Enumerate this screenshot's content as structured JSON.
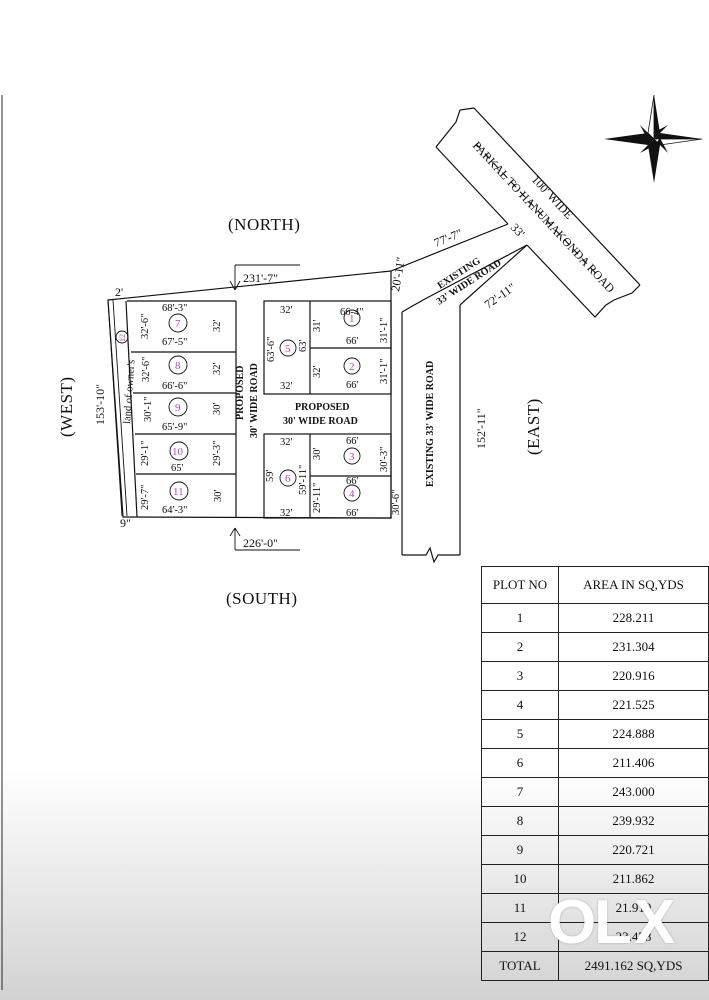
{
  "compass": {
    "north": "(NORTH)",
    "south": "(SOUTH)",
    "west": "(WEST)",
    "east": "(EAST)"
  },
  "roads": {
    "main_line1": "100' WIDE",
    "main_line2": "PARKAL TO HANUMAKONDA ROAD",
    "main_width": "33'",
    "existing_diag_line1": "EXISTING",
    "existing_diag_line2": "33' WIDE ROAD",
    "existing_vertical": "EXISTING  33' WIDE ROAD",
    "proposed_vertical_line1": "PROPOSED",
    "proposed_vertical_line2": "30' WIDE ROAD",
    "proposed_horizontal_line1": "PROPOSED",
    "proposed_horizontal_line2": "30' WIDE ROAD"
  },
  "dimensions": {
    "north_boundary": "231'-7\"",
    "south_boundary": "226'-0\"",
    "west_boundary": "153'-10\"",
    "east_boundary": "152'-11\"",
    "northeast_corner": "20'-11\"",
    "diag_top": "77'-7\"",
    "diag_side": "72'-11\"",
    "west_top": "2'",
    "west_bottom": "9\"",
    "owner_land": "land of owner's"
  },
  "plots": {
    "p1": {
      "num": "1",
      "top": "66-4\"",
      "bottom": "66'",
      "left": "31'",
      "right": "31'-1\""
    },
    "p2": {
      "num": "2",
      "bottom": "66'",
      "left": "32'",
      "right": "31'-1\""
    },
    "p3": {
      "num": "3",
      "top": "66'",
      "left": "30'",
      "right": "30'-3\""
    },
    "p4": {
      "num": "4",
      "top": "66'",
      "bottom": "66'",
      "left": "29'-11\"",
      "right": "30'-6\""
    },
    "p5": {
      "num": "5",
      "top": "32'",
      "bottom": "32'",
      "left": "63'-6\"",
      "right": "63'"
    },
    "p6": {
      "num": "6",
      "top": "32'",
      "bottom": "32'",
      "left": "59'",
      "right": "59'-11\""
    },
    "p7": {
      "num": "7",
      "top": "68'-3\"",
      "left": "32'-6\"",
      "right": "32'"
    },
    "p8": {
      "num": "8",
      "top": "67'-5\"",
      "bottom": "66'-6\"",
      "left": "32'-6\"",
      "right": "32'"
    },
    "p9": {
      "num": "9",
      "left": "30'-1\"",
      "right": "30'"
    },
    "p10": {
      "num": "10",
      "top": "65'-9\"",
      "bottom": "65'",
      "left": "29'-1\"",
      "right": "29'-3\""
    },
    "p11": {
      "num": "11",
      "bottom": "64'-3\"",
      "left": "29'-7\"",
      "right": "30'"
    },
    "p12": {
      "num": "12"
    }
  },
  "area_table": {
    "headers": [
      "PLOT NO",
      "AREA IN SQ,YDS"
    ],
    "rows": [
      {
        "plot": "1",
        "area": "228.211"
      },
      {
        "plot": "2",
        "area": "231.304"
      },
      {
        "plot": "3",
        "area": "220.916"
      },
      {
        "plot": "4",
        "area": "221.525"
      },
      {
        "plot": "5",
        "area": "224.888"
      },
      {
        "plot": "6",
        "area": "211.406"
      },
      {
        "plot": "7",
        "area": "243.000"
      },
      {
        "plot": "8",
        "area": "239.932"
      },
      {
        "plot": "9",
        "area": "220.721"
      },
      {
        "plot": "10",
        "area": "211.862"
      },
      {
        "plot": "11",
        "area": "21.919"
      },
      {
        "plot": "12",
        "area": "23.478"
      }
    ],
    "total_label": "TOTAL",
    "total_value": "2491.162 SQ,YDS"
  },
  "watermark": {
    "text": "OLX"
  },
  "colors": {
    "line": "#111111",
    "plot_number": "#c040c0",
    "watermark": "#ffffff"
  }
}
